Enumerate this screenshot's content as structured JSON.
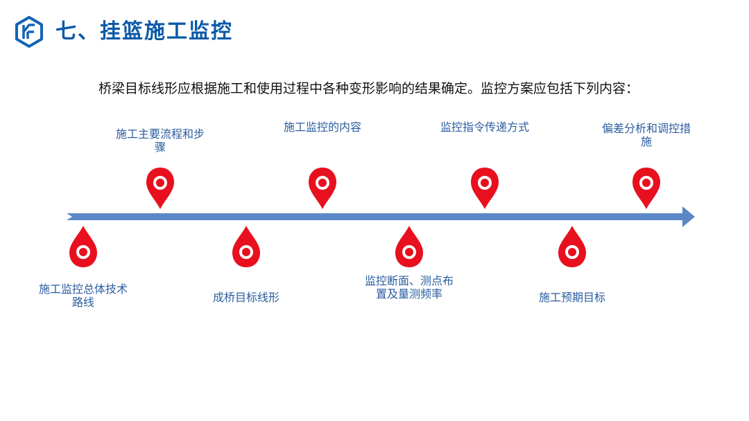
{
  "header": {
    "title": "七、挂篮施工监控",
    "logo_icon": "hexagon-logo-icon"
  },
  "intro": {
    "text": "桥梁目标线形应根据施工和使用过程中各种变形影响的结果确定。监控方案应包括下列内容："
  },
  "timeline": {
    "arrow_color": "#5b87c5",
    "pin_color": "#e8101e",
    "pin_icon": "map-pin-icon",
    "items": [
      {
        "label": "施工监控总体技术路线",
        "side": "below"
      },
      {
        "label": "施工主要流程和步骤",
        "side": "above"
      },
      {
        "label": "成桥目标线形",
        "side": "below"
      },
      {
        "label": "施工监控的内容",
        "side": "above"
      },
      {
        "label": "监控断面、测点布置及量测频率",
        "side": "below"
      },
      {
        "label": "监控指令传递方式",
        "side": "above"
      },
      {
        "label": "施工预期目标",
        "side": "below"
      },
      {
        "label": "偏差分析和调控措施",
        "side": "above"
      }
    ]
  }
}
